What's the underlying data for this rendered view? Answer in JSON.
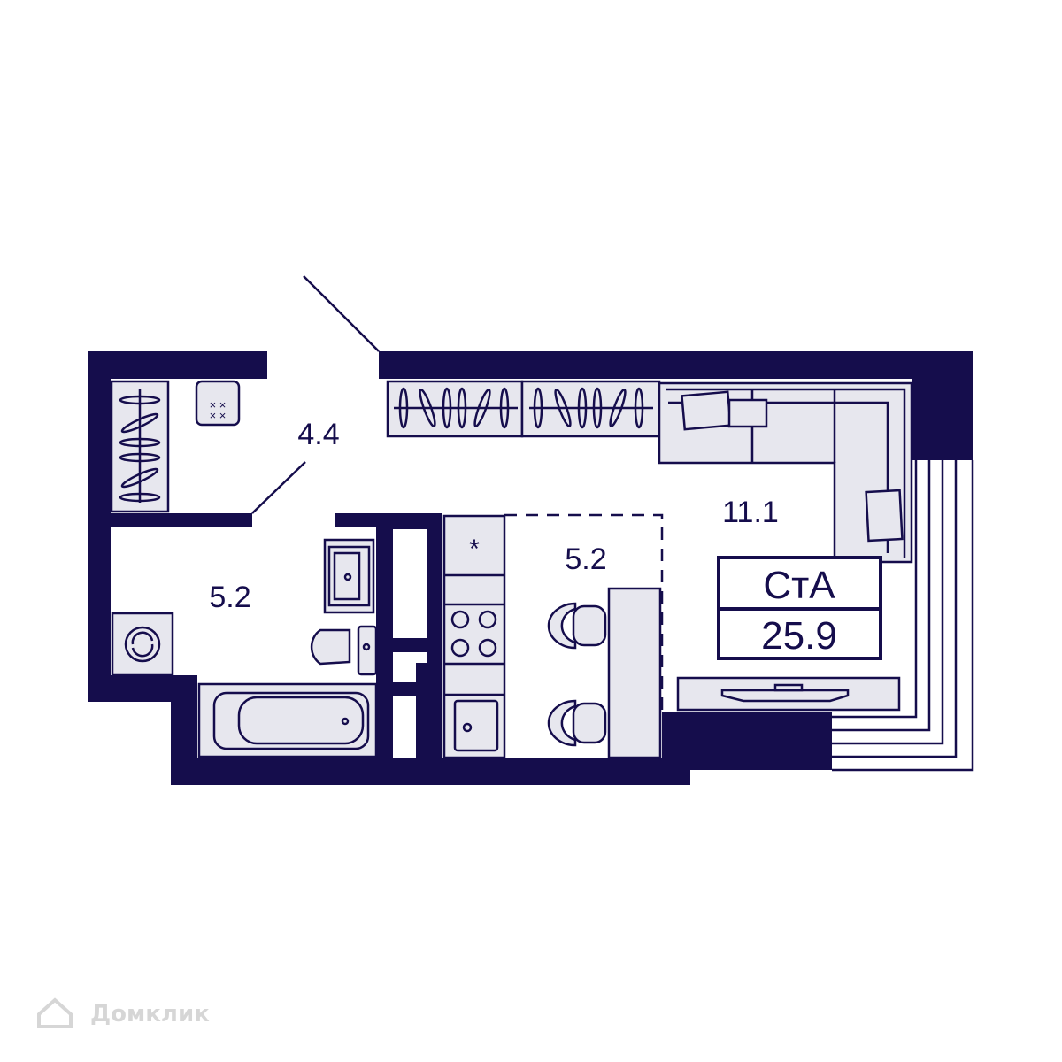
{
  "colors": {
    "wall": "#150d4c",
    "furniture": "#e7e7ee",
    "background": "#ffffff"
  },
  "rooms": [
    {
      "name": "hallway",
      "area": "4.4"
    },
    {
      "name": "bathroom",
      "area": "5.2"
    },
    {
      "name": "kitchen",
      "area": "5.2"
    },
    {
      "name": "living",
      "area": "11.1"
    }
  ],
  "summary": {
    "type": "СтА",
    "total_area": "25.9"
  },
  "watermark": {
    "text": "Домклик",
    "icon": "house-logo-icon"
  }
}
